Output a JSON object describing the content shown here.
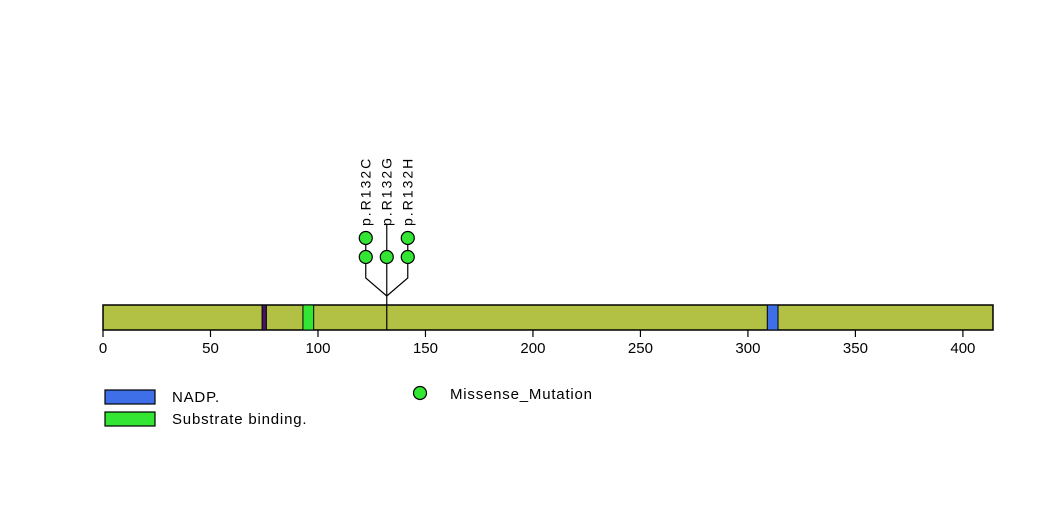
{
  "chart_data": {
    "type": "lollipop",
    "title": "",
    "protein": {
      "length_aa": 414,
      "bar_color": "#b2c144"
    },
    "axis": {
      "ticks": [
        0,
        50,
        100,
        150,
        200,
        250,
        300,
        350,
        400
      ]
    },
    "domains": [
      {
        "label": "",
        "start": 74,
        "end": 76,
        "color": "#451563"
      },
      {
        "label": "Substrate binding.",
        "start": 93,
        "end": 98,
        "color": "#33e633"
      },
      {
        "label": "NADP.",
        "start": 309,
        "end": 314,
        "color": "#3f6fe8"
      }
    ],
    "mutation_color": "#33e633",
    "mutations": [
      {
        "label": "p.R132C",
        "position": 132,
        "count": 2,
        "type": "Missense_Mutation"
      },
      {
        "label": "p.R132G",
        "position": 132,
        "count": 1,
        "type": "Missense_Mutation"
      },
      {
        "label": "p.R132H",
        "position": 132,
        "count": 2,
        "type": "Missense_Mutation"
      }
    ],
    "legend": {
      "domain_items": [
        {
          "label": "NADP.",
          "color": "#3f6fe8"
        },
        {
          "label": "Substrate binding.",
          "color": "#33e633"
        }
      ],
      "mutation_items": [
        {
          "label": "Missense_Mutation",
          "color": "#33e633"
        }
      ]
    }
  }
}
